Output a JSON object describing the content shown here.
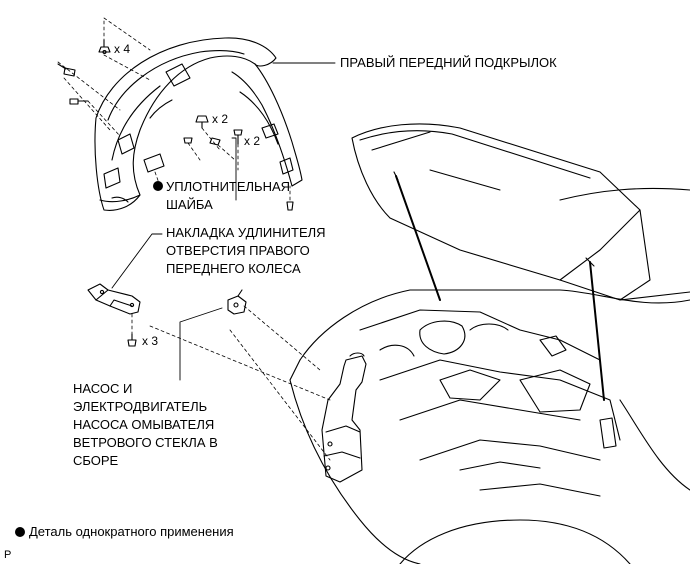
{
  "labels": {
    "fender_liner": "ПРАВЫЙ ПЕРЕДНИЙ ПОДКРЫЛОК",
    "gasket": [
      "УПЛОТНИТЕЛЬНАЯ",
      "ШАЙБА"
    ],
    "wheel_cover": [
      "НАКЛАДКА УДЛИНИТЕЛЯ",
      "ОТВЕРСТИЯ ПРАВОГО",
      "ПЕРЕДНЕГО КОЛЕСА"
    ],
    "washer_pump": [
      "НАСОС И",
      "ЭЛЕКТРОДВИГАТЕЛЬ",
      "НАСОСА ОМЫВАТЕЛЯ",
      "ВЕТРОВОГО СТЕКЛА В",
      "СБОРЕ"
    ]
  },
  "quantities": {
    "top_clips": "x 4",
    "mid_screws": "x 2",
    "side_clips": "x 2",
    "bracket_bolts": "x 3"
  },
  "legend": {
    "marker": "non-reusable-part-dot",
    "text": "Деталь однократного применения"
  },
  "corner_mark": "P"
}
